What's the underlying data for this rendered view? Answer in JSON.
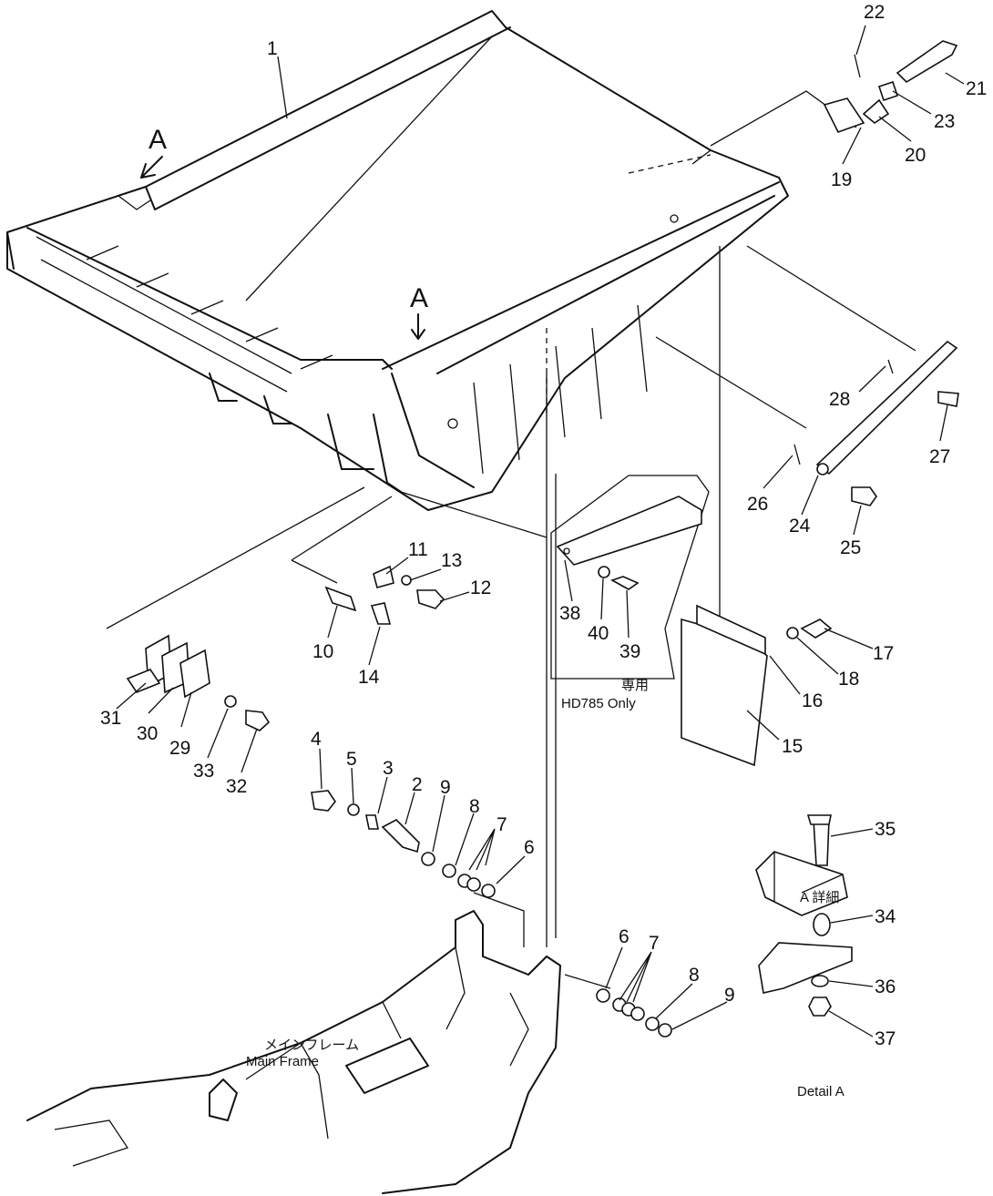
{
  "view_markers": [
    "A",
    "A"
  ],
  "notes": {
    "hd785_jp": "専用",
    "hd785_en": "HD785 Only",
    "main_frame_jp": "メインフレーム",
    "main_frame_en": "Main Frame",
    "detail_jp": "A 詳細",
    "detail_en": "Detail A"
  },
  "part_labels": [
    "1",
    "2",
    "3",
    "4",
    "5",
    "6",
    "7",
    "8",
    "9",
    "10",
    "11",
    "12",
    "13",
    "14",
    "15",
    "16",
    "17",
    "18",
    "19",
    "20",
    "21",
    "22",
    "23",
    "24",
    "25",
    "26",
    "27",
    "28",
    "29",
    "30",
    "31",
    "32",
    "33",
    "34",
    "35",
    "36",
    "37",
    "38",
    "39",
    "40",
    "6",
    "7",
    "8",
    "9"
  ]
}
